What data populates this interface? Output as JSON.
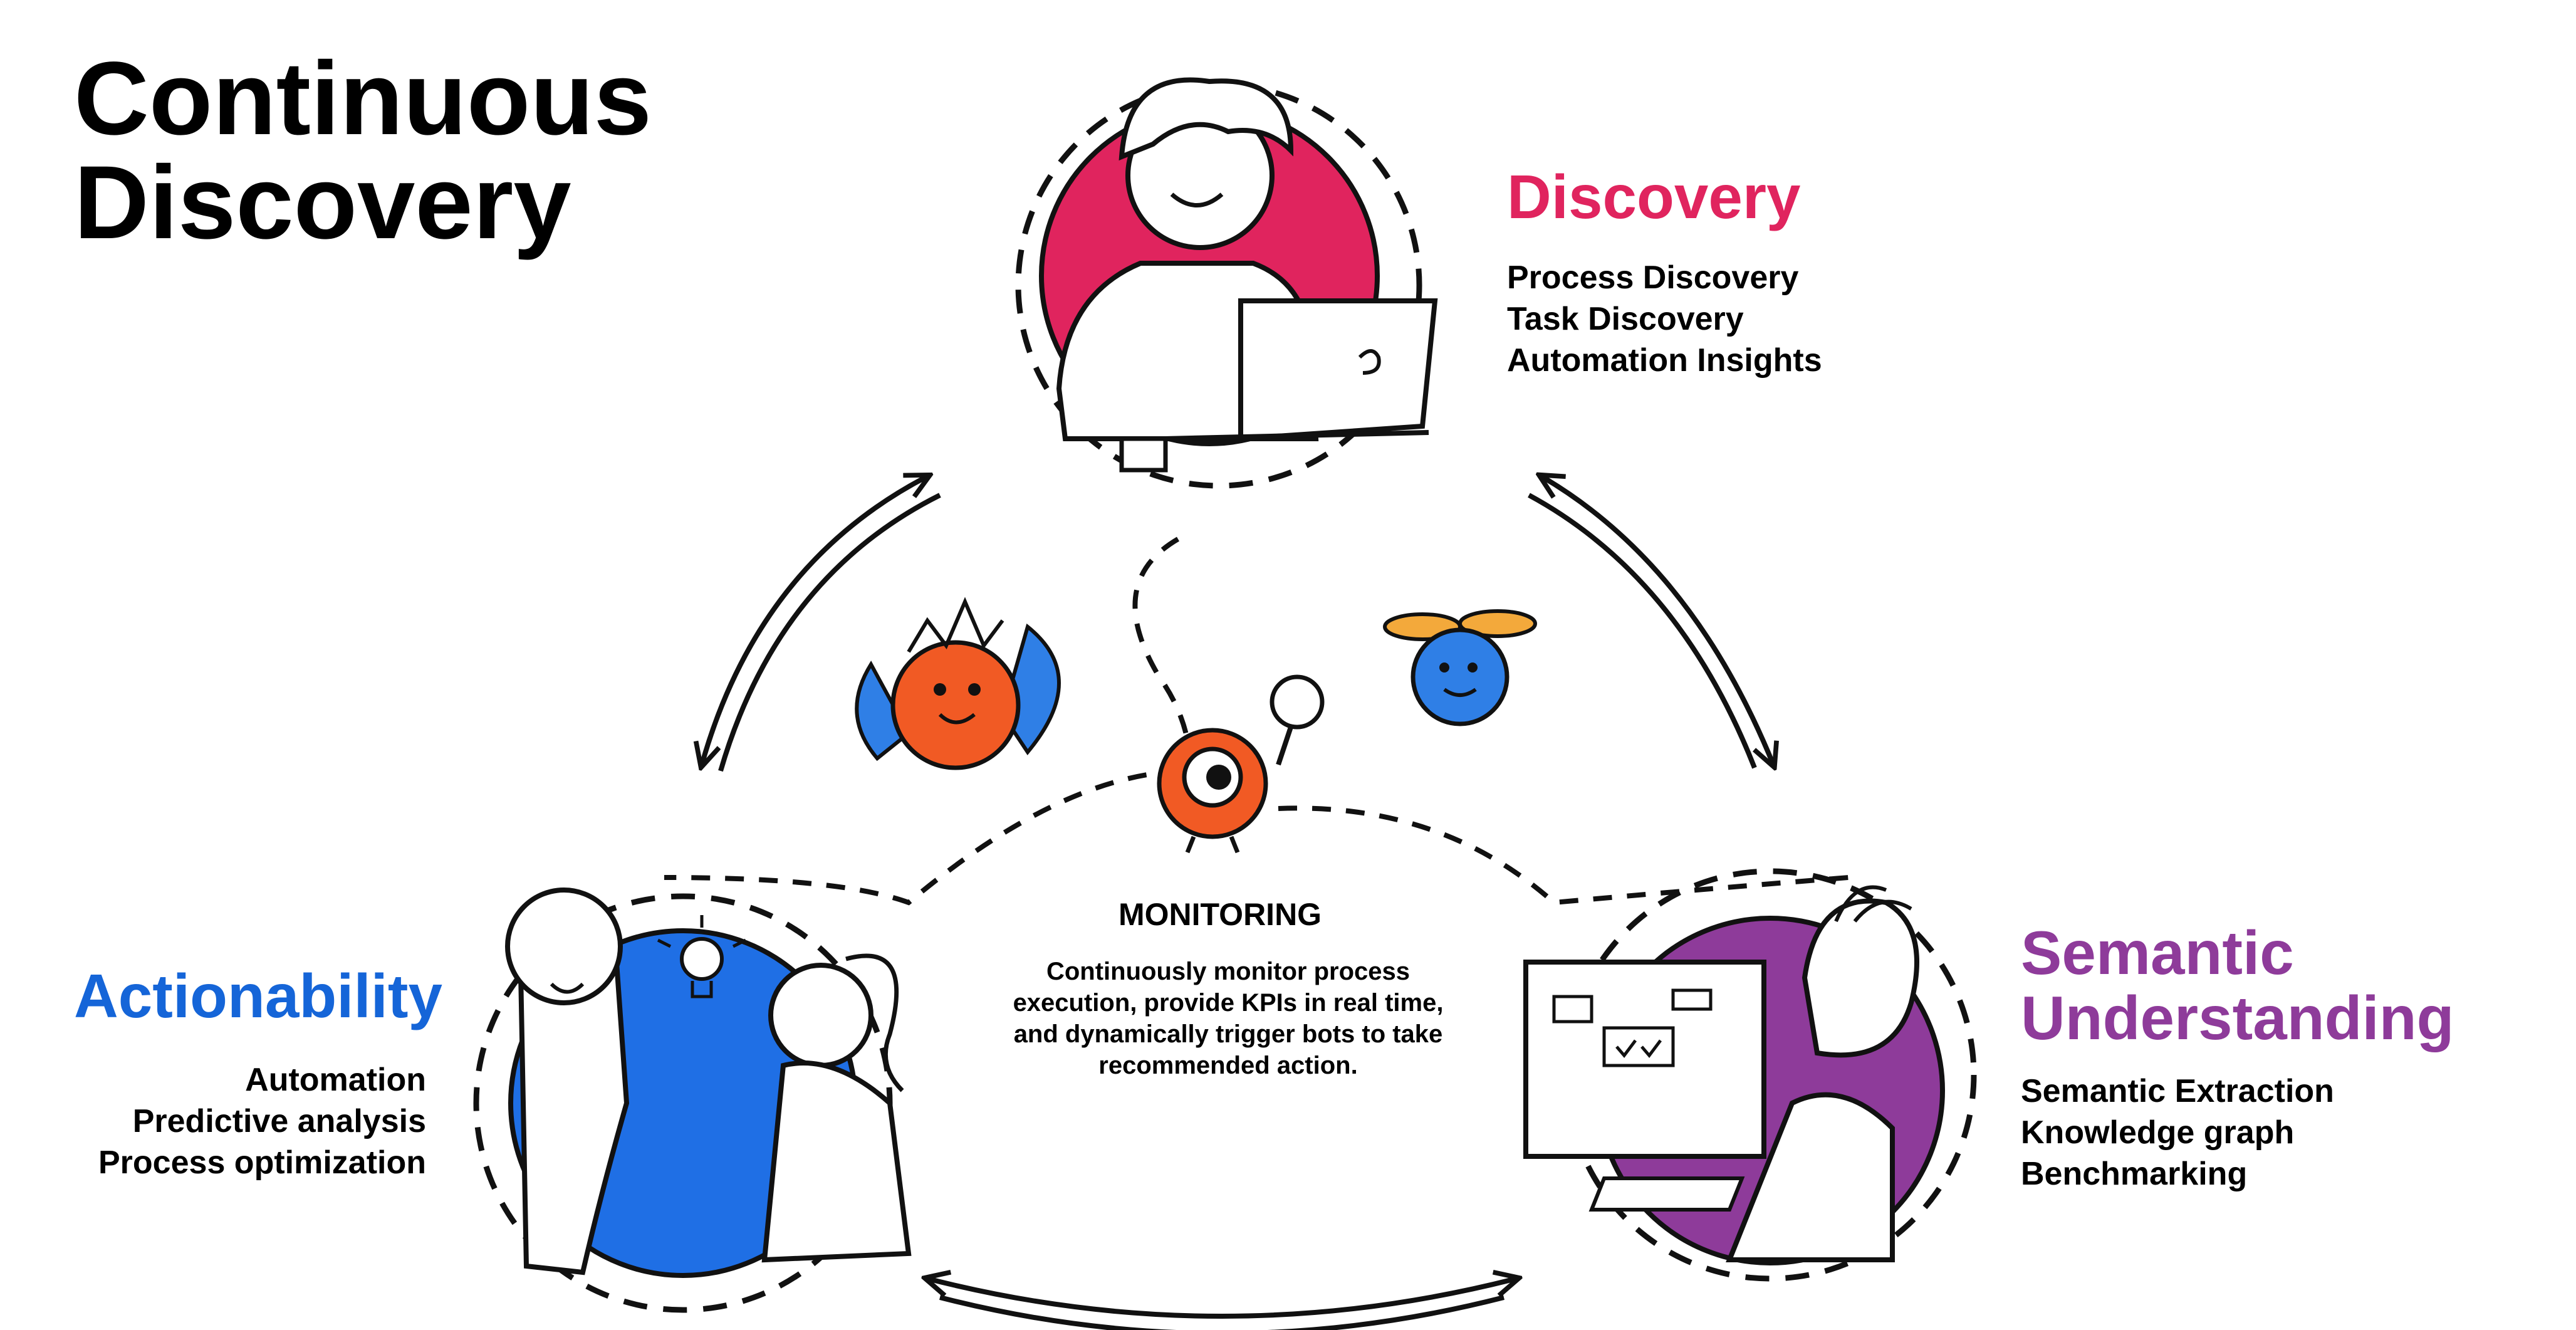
{
  "title": "Continuous Discovery",
  "colors": {
    "discovery": "#e0245e",
    "actionability": "#1565d8",
    "semantic": "#8e3b9a",
    "ink": "#111111",
    "bot_orange": "#f15a24",
    "bot_blue": "#2f7fe6",
    "bot_yellow": "#f3a93b"
  },
  "discovery": {
    "heading": "Discovery",
    "items": [
      "Process Discovery",
      "Task Discovery",
      "Automation Insights"
    ]
  },
  "actionability": {
    "heading": "Actionability",
    "items": [
      "Automation",
      "Predictive analysis",
      "Process optimization"
    ]
  },
  "semantic": {
    "heading": "Semantic Understanding",
    "items": [
      "Semantic Extraction",
      "Knowledge graph",
      "Benchmarking"
    ]
  },
  "monitoring": {
    "title": "MONITORING",
    "description": "Continuously monitor process execution, provide KPIs in real time, and dynamically trigger bots to take recommended action."
  },
  "illustrations": {
    "discovery": "person-at-laptop-illustration",
    "actionability": "two-people-idea-illustration",
    "semantic": "person-at-computer-illustration"
  }
}
